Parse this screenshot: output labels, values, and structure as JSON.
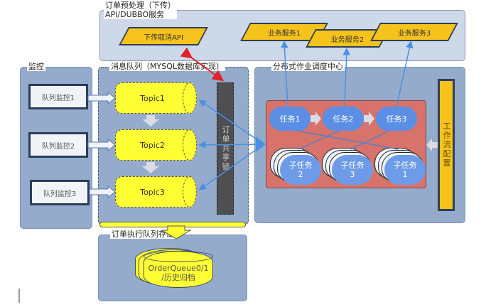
{
  "title": "订单处理系统架构图",
  "colors": {
    "panel_bg": "#94abcb",
    "top_panel_bg": "#cdd8e8",
    "service_fill": "#f6c21c",
    "topic_fill": "#ffff33",
    "scheduler_fill": "#d7736a",
    "task_fill": "#5b8fe6",
    "lock_fill": "#4d4f52",
    "red_arrow": "#e0202a",
    "blue_arrow": "#4a90e2"
  },
  "top_panel": {
    "label_line1": "订单预处理（下传）",
    "label_line2": "API/DUBBO服务",
    "services": [
      {
        "label": "下传取消API"
      },
      {
        "label": "业务服务1"
      },
      {
        "label": "业务服务2"
      },
      {
        "label": "业务服务3"
      }
    ]
  },
  "monitor_panel": {
    "label": "监控",
    "items": [
      {
        "label": "队列监控1"
      },
      {
        "label": "队列监控2"
      },
      {
        "label": "队列监控3"
      }
    ]
  },
  "queue_panel": {
    "label": "消息队列（MYSQL数据库实现）",
    "topics": [
      {
        "label": "Topic1"
      },
      {
        "label": "Topic2"
      },
      {
        "label": "Topic3"
      }
    ],
    "lock_label": "订单共享锁"
  },
  "scheduler_panel": {
    "label": "分布式作业调度中心",
    "tasks": [
      {
        "label": "任务1"
      },
      {
        "label": "任务2"
      },
      {
        "label": "任务3"
      }
    ],
    "subtasks": [
      {
        "label": "子任务",
        "index": "2"
      },
      {
        "label": "子任务",
        "index": "3"
      },
      {
        "label": "子任务",
        "index": "1"
      }
    ],
    "workflow_label": "工作流配置"
  },
  "storage_panel": {
    "label": "订单执行队列存储",
    "db_line1": "OrderQueue0/1",
    "db_line2": "/历史归档"
  }
}
